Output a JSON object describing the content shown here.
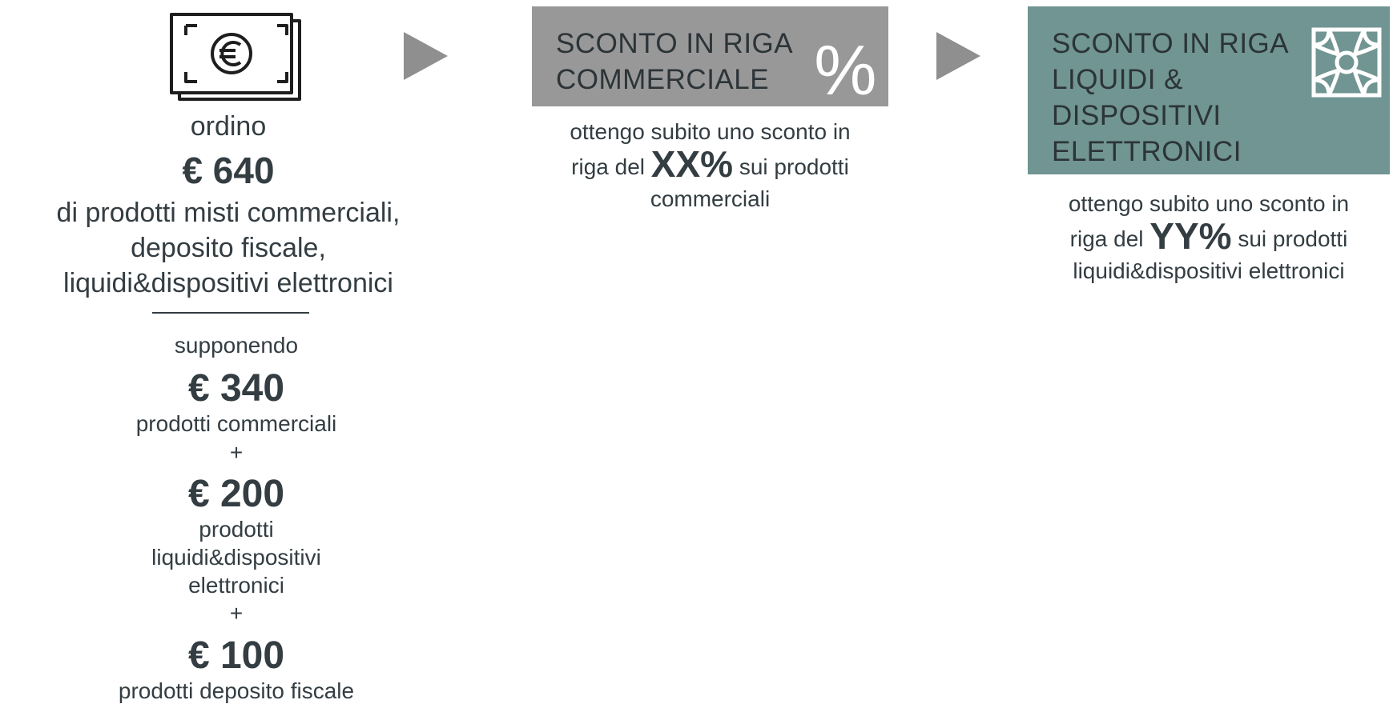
{
  "order": {
    "label": "ordino",
    "amount": "€ 640",
    "description_lines": [
      "di prodotti misti commerciali,",
      "deposito fiscale,",
      "liquidi&dispositivi elettronici"
    ]
  },
  "breakdown": {
    "intro": "supponendo",
    "plus": "+",
    "commercial": {
      "amount": "€ 340",
      "label": "prodotti commerciali"
    },
    "liquids": {
      "amount": "€ 200",
      "label_lines": [
        "prodotti",
        "liquidi&dispositivi",
        "elettronici"
      ]
    },
    "fiscal": {
      "amount": "€ 100",
      "label": "prodotti deposito fiscale"
    }
  },
  "commercial_discount": {
    "title_lines": [
      "SCONTO IN RIGA",
      "COMMERCIALE"
    ],
    "icon": "%",
    "desc_line1": "ottengo subito uno sconto in",
    "desc_pre": "riga del",
    "percent": "XX%",
    "desc_post": "sui prodotti",
    "desc_line3": "commerciali"
  },
  "liquid_discount": {
    "title_lines": [
      "SCONTO IN RIGA",
      "LIQUIDI &",
      "DISPOSITIVI",
      "ELETTRONICI"
    ],
    "desc_line1": "ottengo subito uno sconto in",
    "desc_pre": "riga del",
    "percent": "YY%",
    "desc_post": "sui prodotti",
    "desc_line3": "liquidi&dispositivi elettronici"
  },
  "colors": {
    "commercial_box": "#989898",
    "liquid_box": "#709592",
    "arrow": "#8f8f8f",
    "text": "#333d42"
  },
  "icons": [
    "euro-banknote-icon",
    "arrow-right-icon",
    "percent-icon",
    "vape-grid-icon"
  ]
}
